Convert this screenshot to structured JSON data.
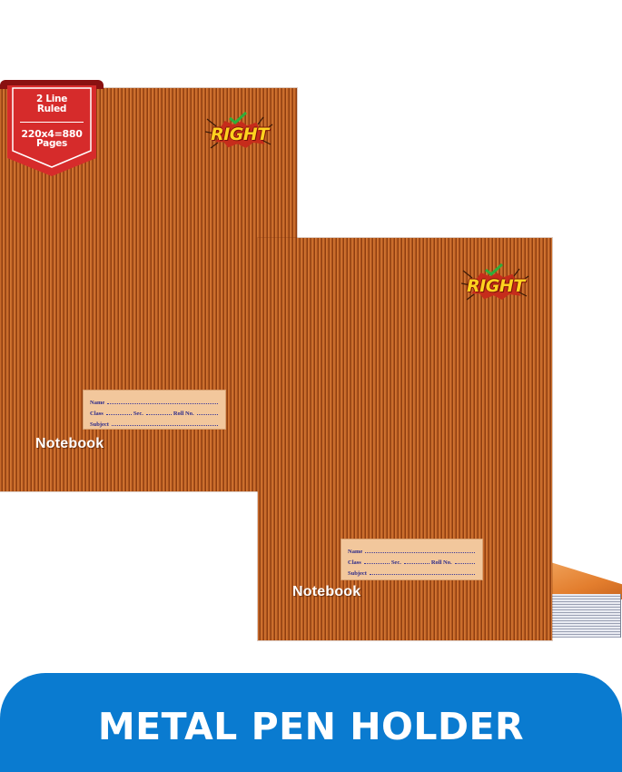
{
  "ribbon": {
    "line1": "2 Line",
    "line2": "Ruled",
    "line3": "220x4=880",
    "line4": "Pages",
    "color": "#d62b2b"
  },
  "brand": {
    "logo_text": "RIGHT",
    "logo_text_color": "#ffd21f",
    "burst_color": "#c62c1b",
    "check_color": "#2fae3a"
  },
  "notebooks": [
    {
      "title": "Notebook",
      "label": {
        "name": "Name",
        "class": "Class",
        "sec": "Sec.",
        "roll": "Roll No.",
        "subject": "Subject"
      }
    },
    {
      "title": "Notebook",
      "label": {
        "name": "Name",
        "class": "Class",
        "sec": "Sec.",
        "roll": "Roll No.",
        "subject": "Subject"
      }
    }
  ],
  "cover_color": "#b85a1f",
  "banner": {
    "text": "METAL PEN HOLDER",
    "color": "#0a7bd0"
  }
}
